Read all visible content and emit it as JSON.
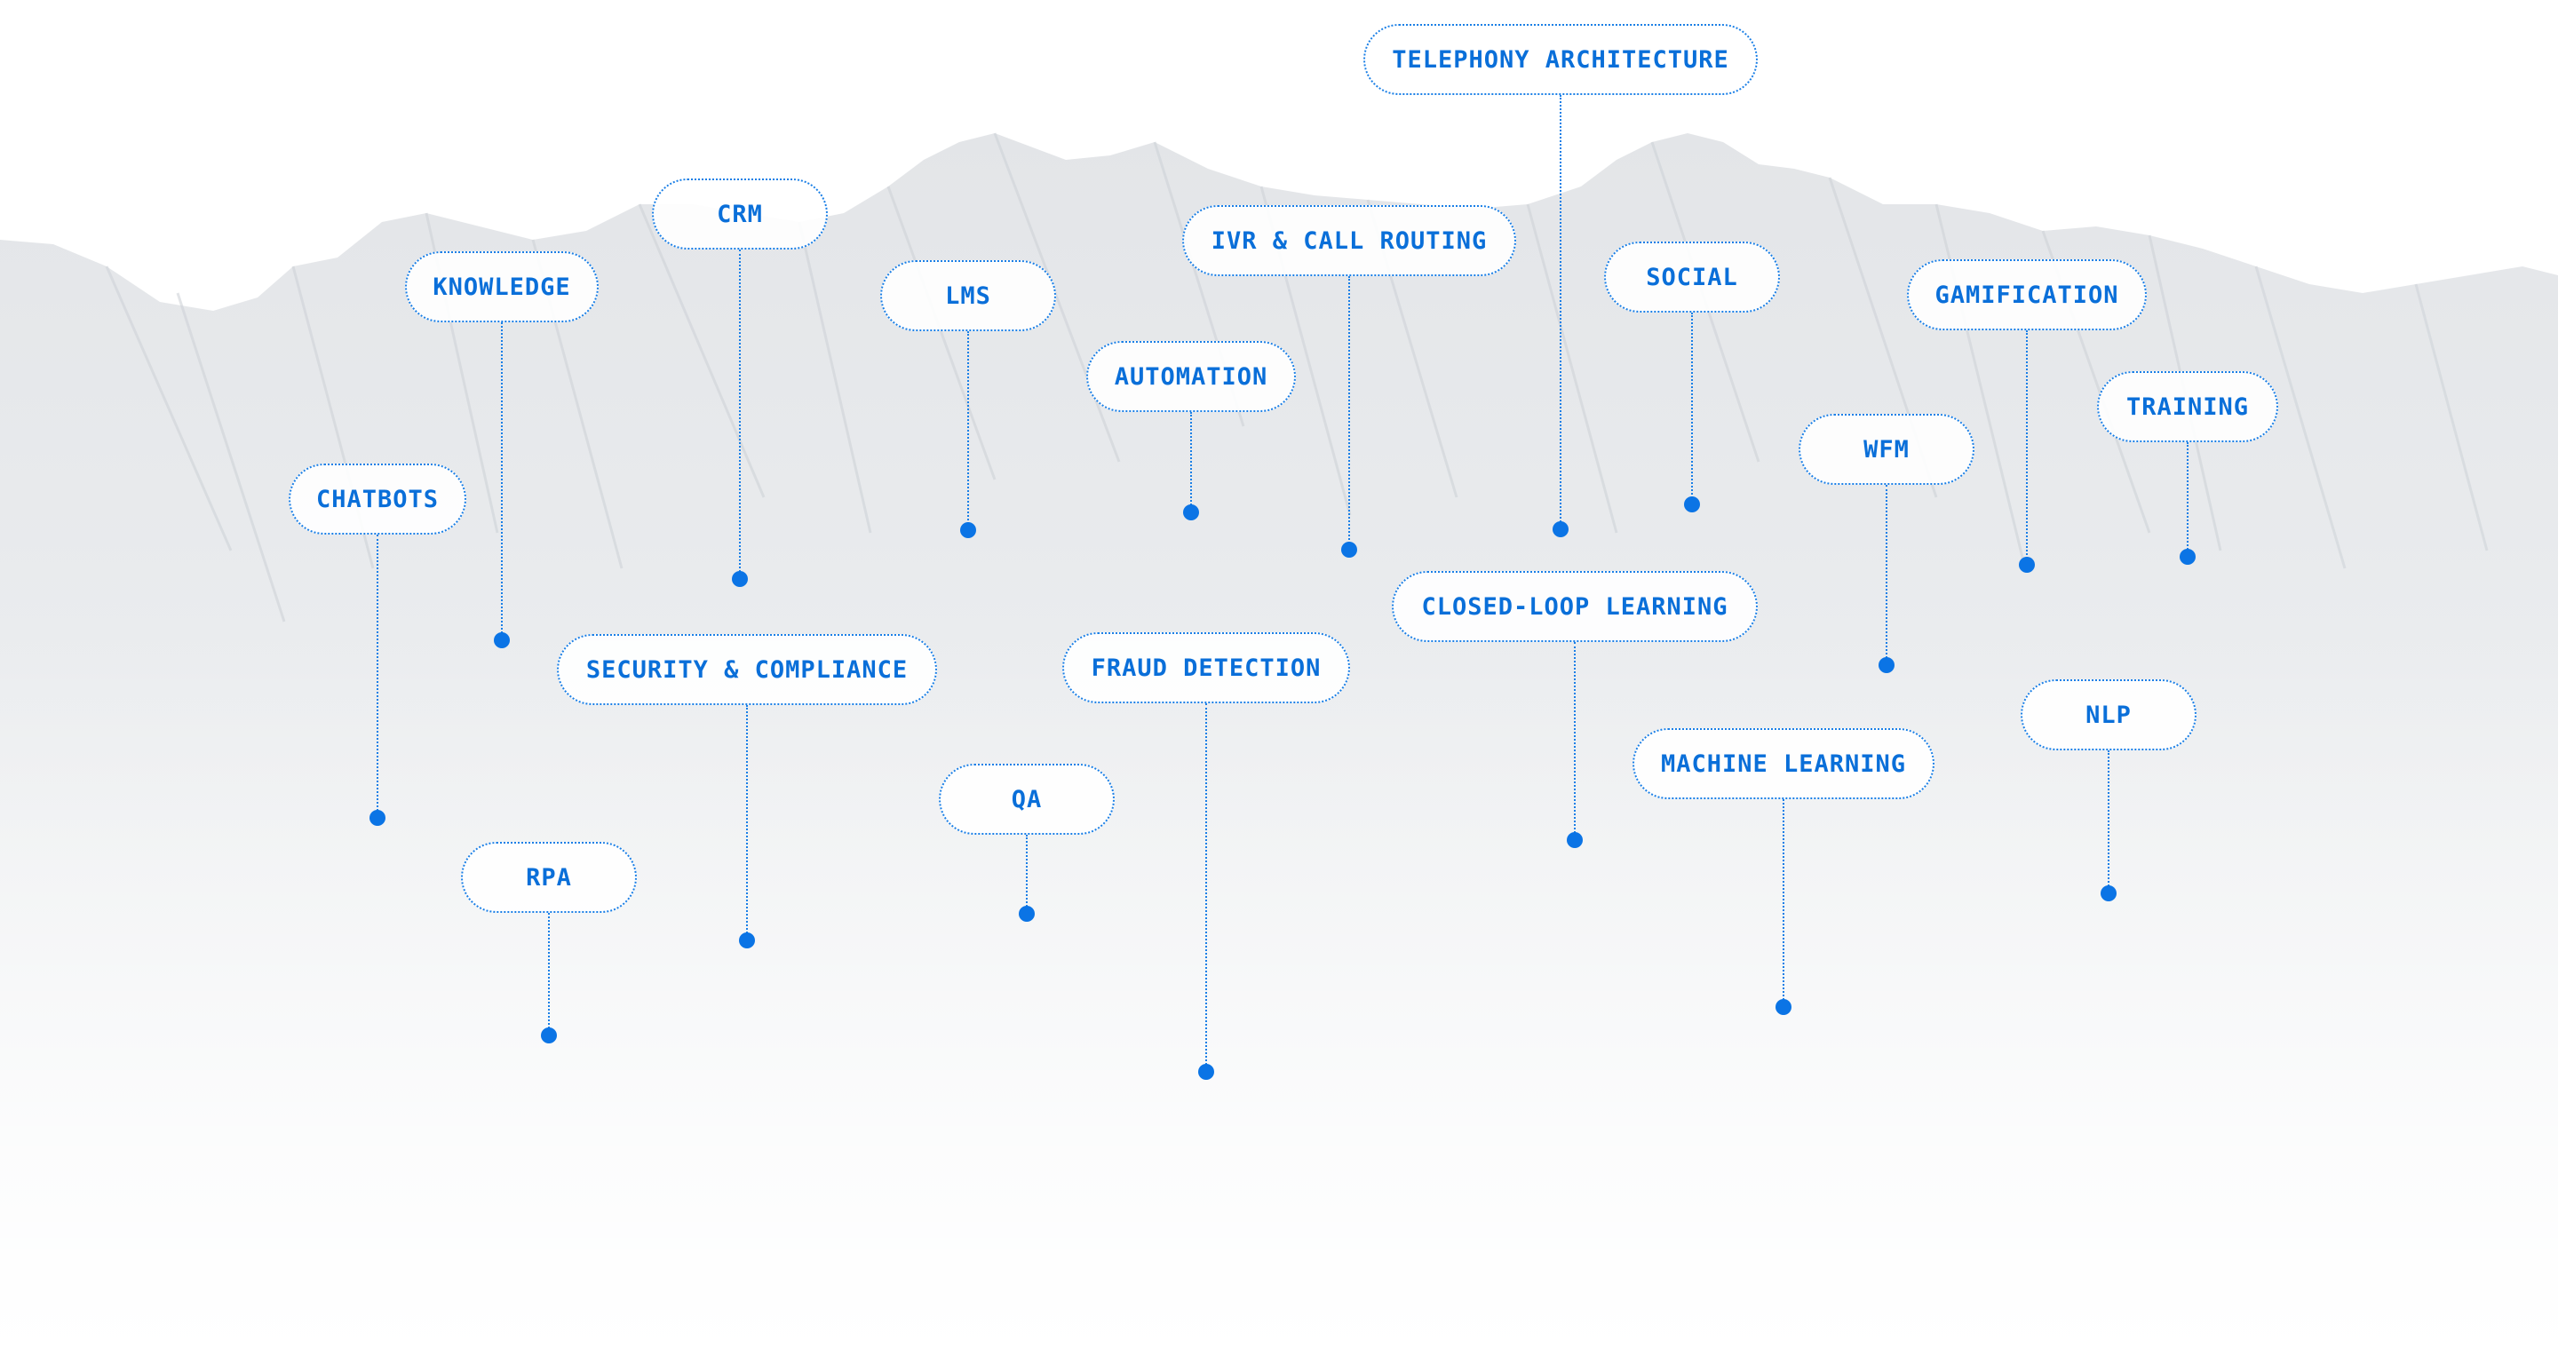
{
  "colors": {
    "accent": "#0a6fd9",
    "dot": "#0b74e5",
    "line": "#1a7fe6",
    "background": "#ffffff",
    "mountain": "#dfe1e4"
  },
  "tags": [
    {
      "id": "telephony-architecture",
      "label": "TELEPHONY ARCHITECTURE"
    },
    {
      "id": "crm",
      "label": "CRM"
    },
    {
      "id": "ivr-call-routing",
      "label": "IVR & CALL ROUTING"
    },
    {
      "id": "knowledge",
      "label": "KNOWLEDGE"
    },
    {
      "id": "lms",
      "label": "LMS"
    },
    {
      "id": "social",
      "label": "SOCIAL"
    },
    {
      "id": "gamification",
      "label": "GAMIFICATION"
    },
    {
      "id": "automation",
      "label": "AUTOMATION"
    },
    {
      "id": "training",
      "label": "TRAINING"
    },
    {
      "id": "wfm",
      "label": "WFM"
    },
    {
      "id": "chatbots",
      "label": "CHATBOTS"
    },
    {
      "id": "closed-loop-learning",
      "label": "CLOSED-LOOP LEARNING"
    },
    {
      "id": "security-compliance",
      "label": "SECURITY & COMPLIANCE"
    },
    {
      "id": "fraud-detection",
      "label": "FRAUD DETECTION"
    },
    {
      "id": "nlp",
      "label": "NLP"
    },
    {
      "id": "machine-learning",
      "label": "MACHINE LEARNING"
    },
    {
      "id": "qa",
      "label": "QA"
    },
    {
      "id": "rpa",
      "label": "RPA"
    }
  ]
}
